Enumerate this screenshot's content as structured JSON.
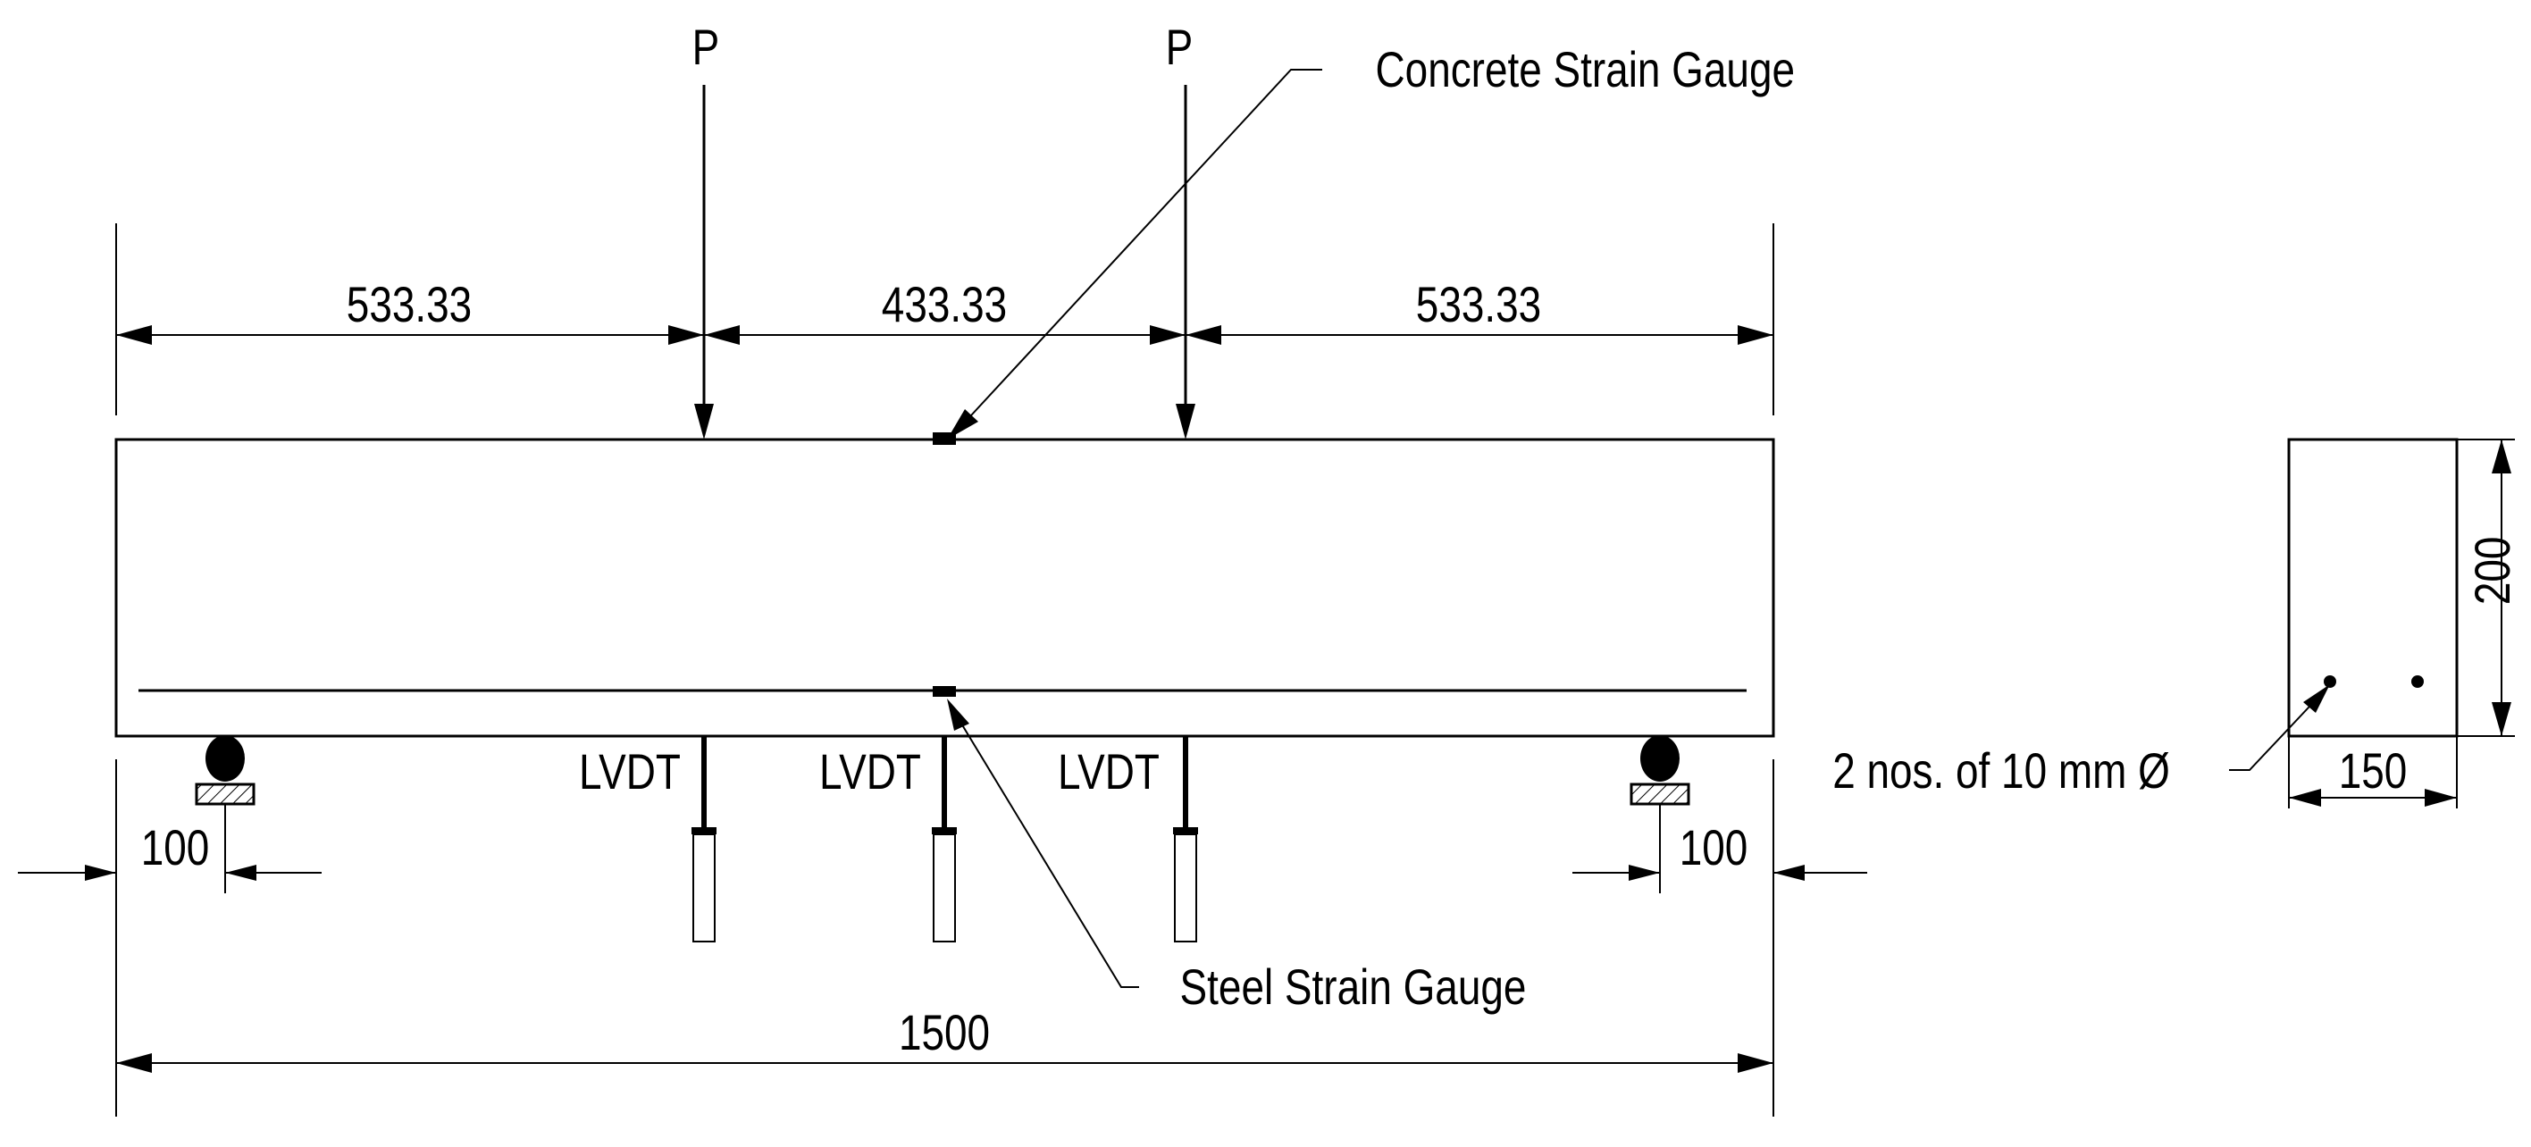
{
  "loads": {
    "left": "P",
    "right": "P"
  },
  "dimensions": {
    "left_span": "533.33",
    "middle_span": "433.33",
    "right_span": "533.33",
    "total_length": "1500",
    "left_support_offset": "100",
    "right_support_offset": "100",
    "section_height": "200",
    "section_width": "150"
  },
  "labels": {
    "concrete_gauge": "Concrete Strain Gauge",
    "steel_gauge": "Steel Strain Gauge",
    "lvdt_1": "LVDT",
    "lvdt_2": "LVDT",
    "lvdt_3": "LVDT",
    "reinforcement": "2 nos. of 10 mm Ø"
  }
}
